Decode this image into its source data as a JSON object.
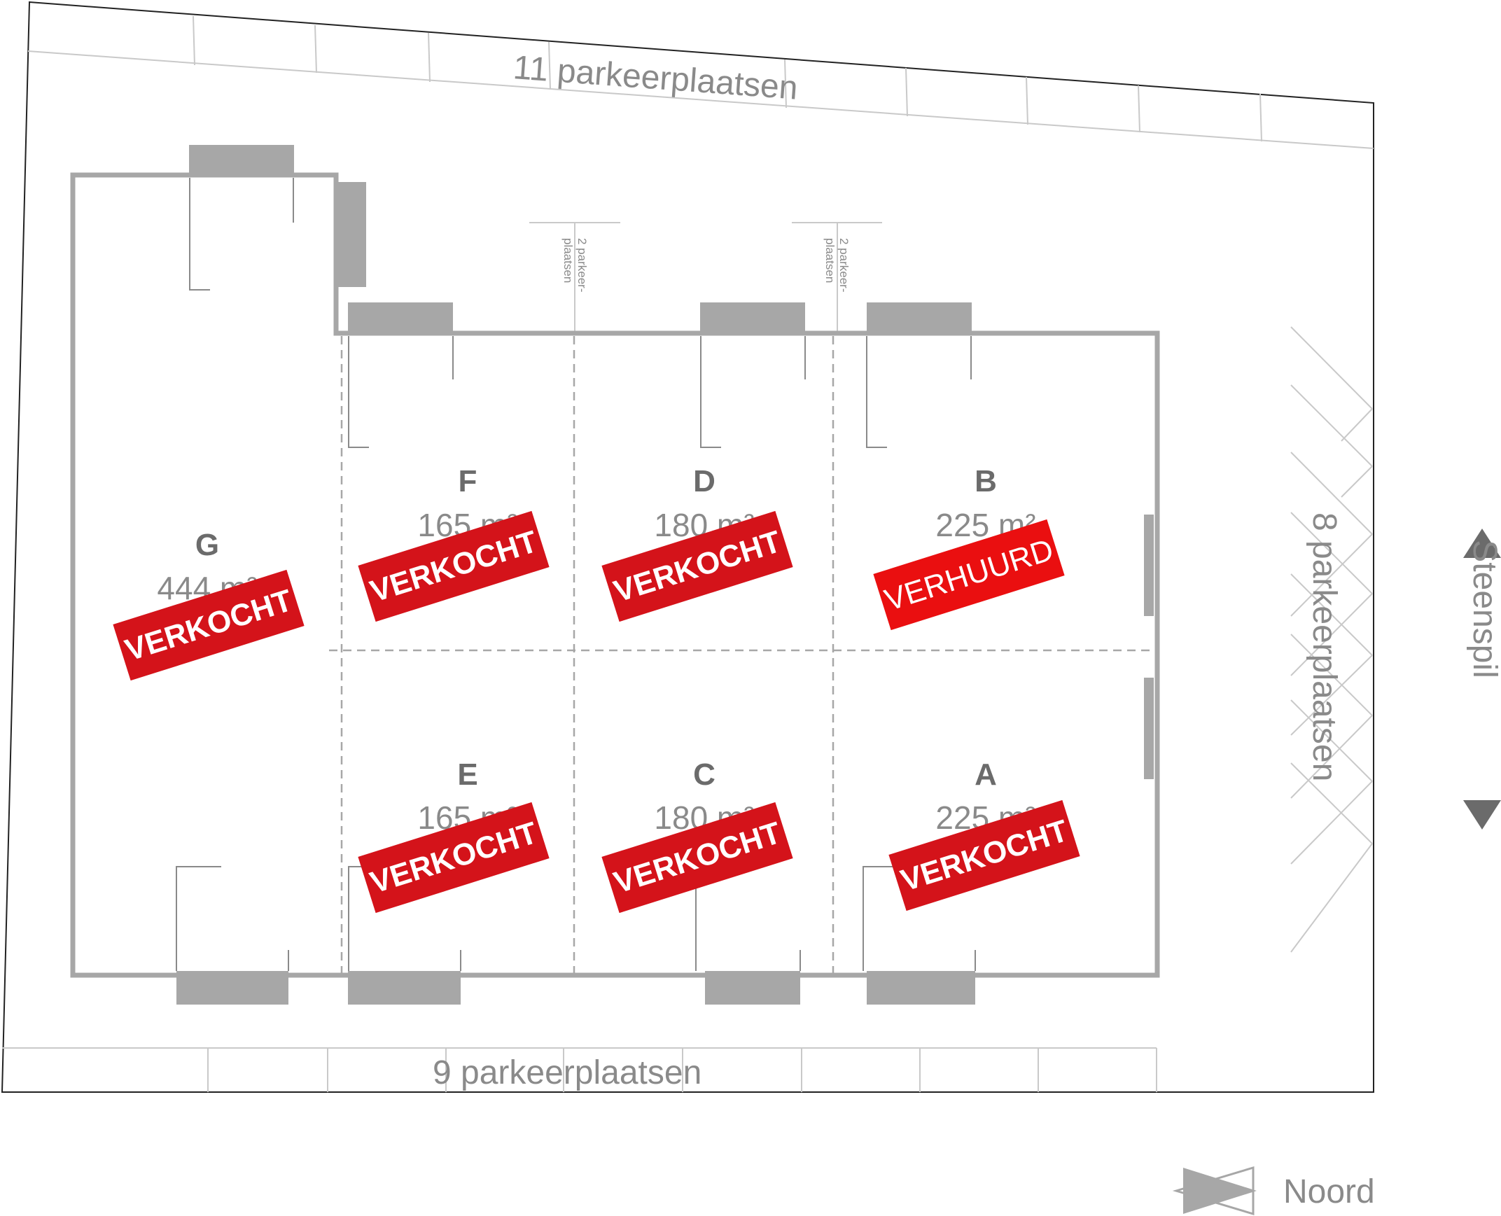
{
  "parking": {
    "top": "11 parkeerplaatsen",
    "bottom": "9 parkeerplaatsen",
    "right": "8 parkeerplaatsen",
    "gap": "2 parkeer-\nplaatsen"
  },
  "street": "Steenspil",
  "compass": "Noord",
  "units": [
    {
      "id": "G",
      "letter": "G",
      "area": "444 m²",
      "status": "VERKOCHT",
      "color": "#d4131a"
    },
    {
      "id": "F",
      "letter": "F",
      "area": "165 m²",
      "status": "VERKOCHT",
      "color": "#d4131a"
    },
    {
      "id": "D",
      "letter": "D",
      "area": "180 m²",
      "status": "VERKOCHT",
      "color": "#d4131a"
    },
    {
      "id": "B",
      "letter": "B",
      "area": "225 m²",
      "status": "VERHUURD",
      "color": "#ea0f10"
    },
    {
      "id": "E",
      "letter": "E",
      "area": "165 m²",
      "status": "VERKOCHT",
      "color": "#d4131a"
    },
    {
      "id": "C",
      "letter": "C",
      "area": "180 m²",
      "status": "VERKOCHT",
      "color": "#d4131a"
    },
    {
      "id": "A",
      "letter": "A",
      "area": "225 m²",
      "status": "VERKOCHT",
      "color": "#d4131a"
    }
  ],
  "colors": {
    "wall": "#a7a7a7",
    "thin_line": "#c9c9c9",
    "text_gray": "#8a8a8a",
    "arrow": "#6b6b6b"
  }
}
